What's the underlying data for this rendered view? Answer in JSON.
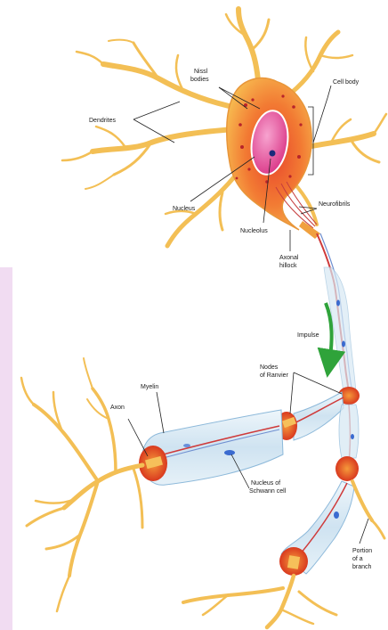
{
  "labels": {
    "nissl_1": "Nissl",
    "nissl_2": "bodies",
    "cell_body": "Cell body",
    "dendrites": "Dendrites",
    "nucleus": "Nucleus",
    "nucleolus": "Nucleolus",
    "neurofibrils": "Neurofibrils",
    "axonal_hillock_1": "Axonal",
    "axonal_hillock_2": "hillock",
    "impulse": "Impulse",
    "nodes_1": "Nodes",
    "nodes_2": "of Ranvier",
    "myelin": "Myelin",
    "axon": "Axon",
    "schwann_1": "Nucleus of",
    "schwann_2": "Schwann cell",
    "branch_1": "Portion",
    "branch_2": "of a",
    "branch_3": "branch"
  },
  "colors": {
    "background": "#ffffff",
    "soma_outer": "#f6b24a",
    "soma_inner": "#ee5a2a",
    "nucleus": "#e83a8a",
    "nucleolus": "#1b2a7a",
    "dendrite": "#f6c25a",
    "dendrite_edge": "#e8a030",
    "myelin_fill": "#d3e6f3",
    "myelin_edge": "#7fb0d4",
    "node": "#e5462a",
    "axon_red": "#cf3a3a",
    "axon_blue": "#3a6bd0",
    "impulse_arrow": "#2fa33a",
    "label_line": "#222222",
    "left_tint": "#ecd2ef"
  }
}
